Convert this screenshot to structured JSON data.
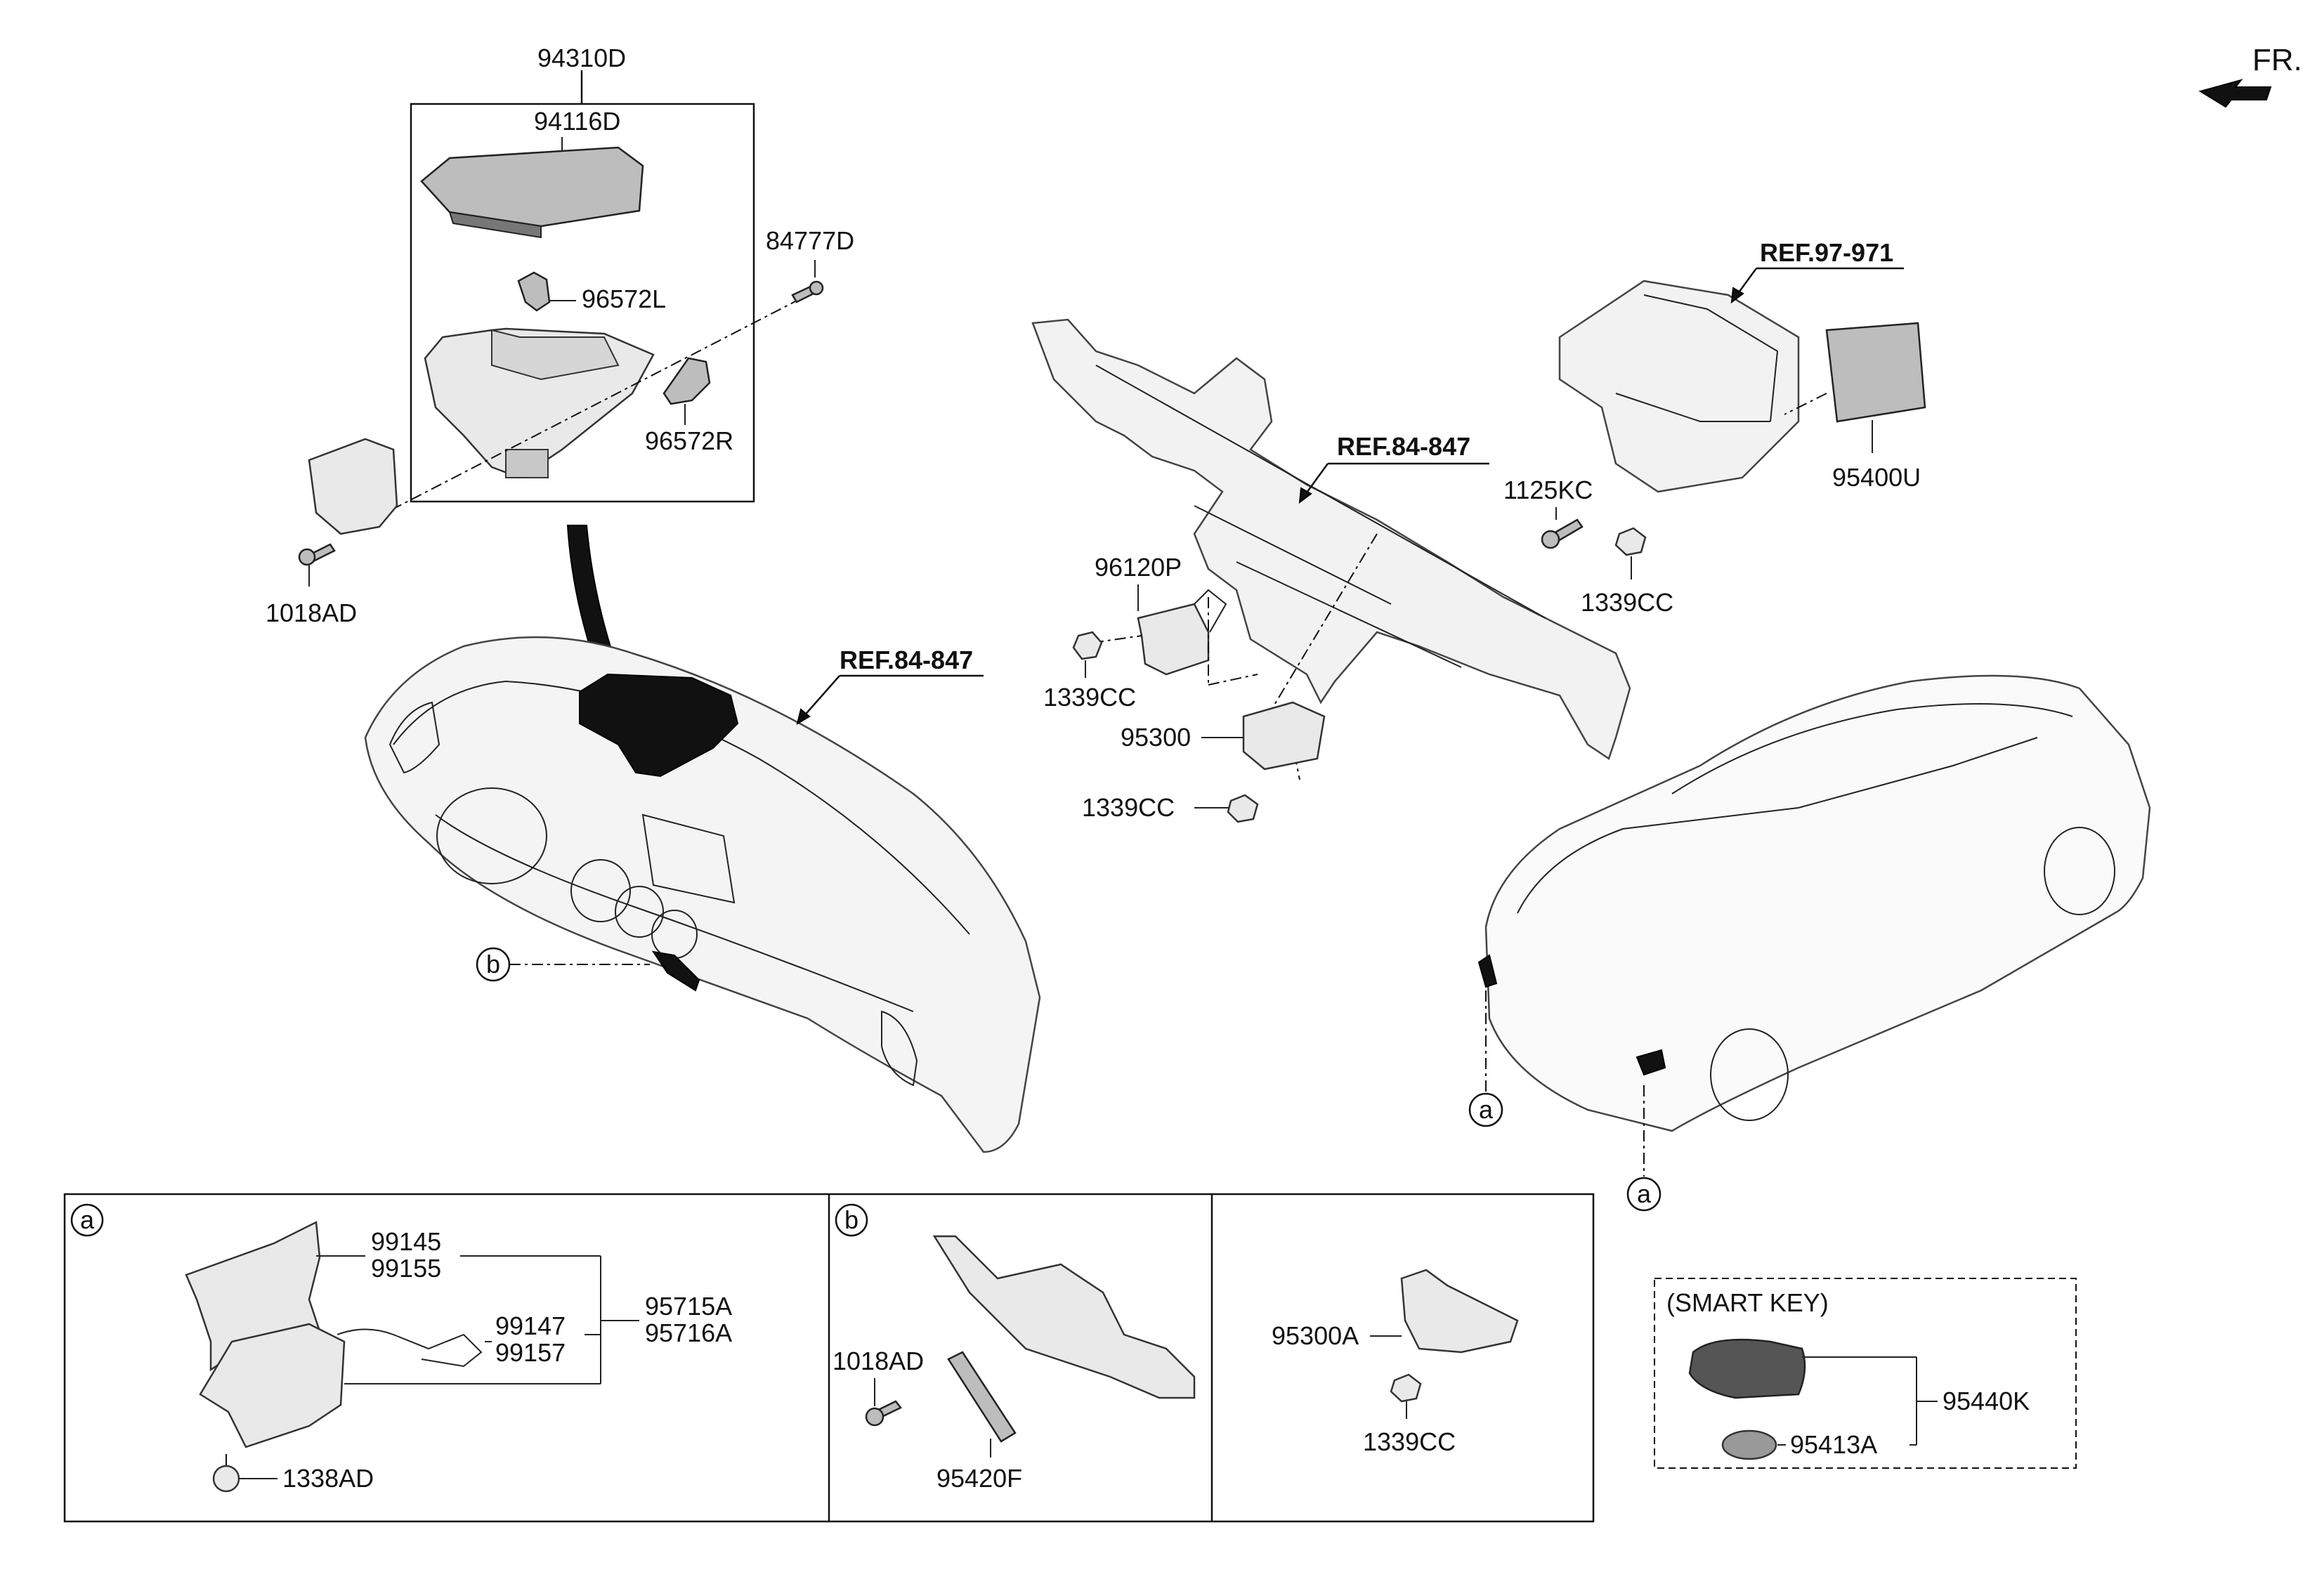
{
  "orientation": {
    "label": "FR."
  },
  "references": {
    "ref_dashboard": "REF.84-847",
    "ref_crossbar": "REF.84-847",
    "ref_heater": "REF.97-971"
  },
  "part_labels": {
    "p94310D": "94310D",
    "p94116D": "94116D",
    "p96572L": "96572L",
    "p96572R": "96572R",
    "p84777D": "84777D",
    "p1018AD_top": "1018AD",
    "p96120P": "96120P",
    "p1339CC_a": "1339CC",
    "p95300": "95300",
    "p1339CC_b": "1339CC",
    "p1125KC": "1125KC",
    "p1339CC_c": "1339CC",
    "p95400U": "95400U"
  },
  "callouts": {
    "a1": "a",
    "a2": "a",
    "b": "b"
  },
  "detail_a": {
    "tag": "a",
    "l99145": "99145",
    "l99155": "99155",
    "l99147": "99147",
    "l99157": "99157",
    "l95715A": "95715A",
    "l95716A": "95716A",
    "l1338AD": "1338AD"
  },
  "detail_b": {
    "tag": "b",
    "l1018AD": "1018AD",
    "l95420F": "95420F"
  },
  "detail_c": {
    "l95300A": "95300A",
    "l1339CC": "1339CC"
  },
  "smart_key": {
    "title": "(SMART KEY)",
    "l95440K": "95440K",
    "l95413A": "95413A"
  }
}
